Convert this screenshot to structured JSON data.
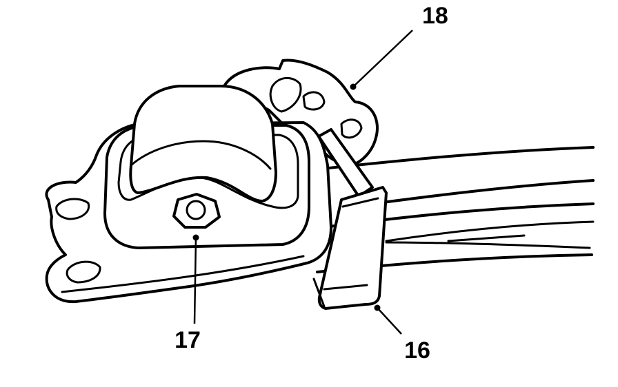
{
  "diagram": {
    "callouts": [
      {
        "id": "callout-18",
        "label": "18",
        "part": "bracket-upper"
      },
      {
        "id": "callout-17",
        "label": "17",
        "part": "bolt"
      },
      {
        "id": "callout-16",
        "label": "16",
        "part": "clamp"
      }
    ]
  }
}
